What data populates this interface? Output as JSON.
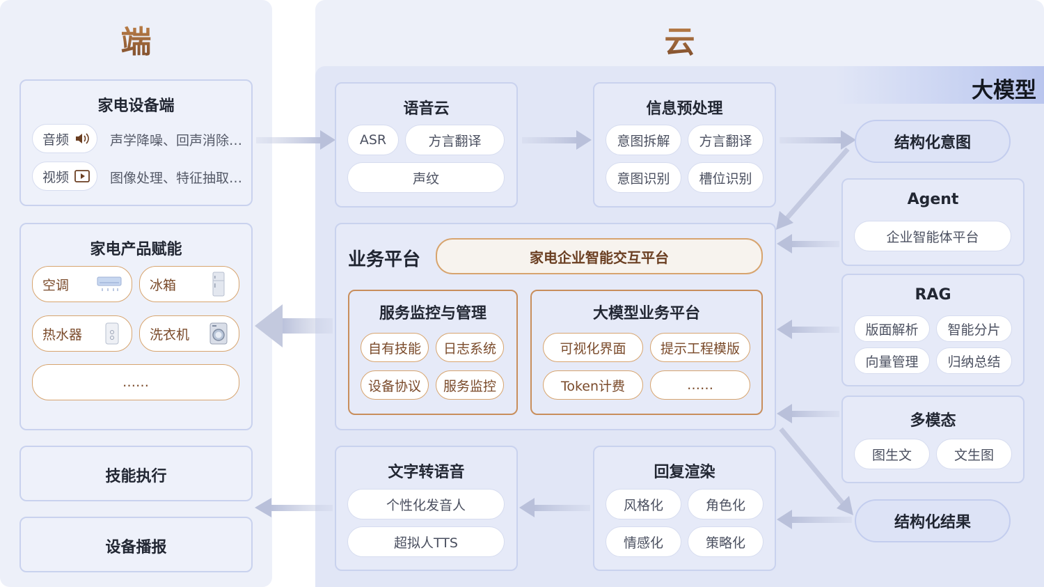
{
  "colors": {
    "accent_gold": "#c98a4e",
    "bg_panel": "#edf0f9",
    "card_border": "#c9d2ee"
  },
  "headers": {
    "edge": "端",
    "cloud": "云",
    "llm": "大模型"
  },
  "edge": {
    "device": {
      "title": "家电设备端",
      "rows": [
        {
          "label": "音频",
          "icon": "speaker-icon",
          "desc": "声学降噪、回声消除…"
        },
        {
          "label": "视频",
          "icon": "play-icon",
          "desc": "图像处理、特征抽取…"
        }
      ]
    },
    "product": {
      "title": "家电产品赋能",
      "items": [
        {
          "label": "空调",
          "icon": "air-conditioner-icon"
        },
        {
          "label": "冰箱",
          "icon": "refrigerator-icon"
        },
        {
          "label": "热水器",
          "icon": "water-heater-icon"
        },
        {
          "label": "洗衣机",
          "icon": "washing-machine-icon"
        }
      ],
      "more": "……"
    },
    "skill_exec": "技能执行",
    "device_broadcast": "设备播报"
  },
  "cloud": {
    "voice_cloud": {
      "title": "语音云",
      "items": [
        "ASR",
        "方言翻译",
        "声纹"
      ]
    },
    "preprocess": {
      "title": "信息预处理",
      "items": [
        "意图拆解",
        "方言翻译",
        "意图识别",
        "槽位识别"
      ]
    },
    "business": {
      "title": "业务平台",
      "platform": "家电企业智能交互平台",
      "service": {
        "title": "服务监控与管理",
        "items": [
          "自有技能",
          "日志系统",
          "设备协议",
          "服务监控"
        ]
      },
      "llm_platform": {
        "title": "大模型业务平台",
        "items": [
          "可视化界面",
          "提示工程模版",
          "Token计费",
          "……"
        ]
      }
    },
    "tts": {
      "title": "文字转语音",
      "items": [
        "个性化发音人",
        "超拟人TTS"
      ]
    },
    "render": {
      "title": "回复渲染",
      "items": [
        "风格化",
        "角色化",
        "情感化",
        "策略化"
      ]
    }
  },
  "llm": {
    "structured_intent": "结构化意图",
    "agent": {
      "title": "Agent",
      "items": [
        "企业智能体平台"
      ]
    },
    "rag": {
      "title": "RAG",
      "items": [
        "版面解析",
        "智能分片",
        "向量管理",
        "归纳总结"
      ]
    },
    "multimodal": {
      "title": "多模态",
      "items": [
        "图生文",
        "文生图"
      ]
    },
    "structured_result": "结构化结果"
  }
}
